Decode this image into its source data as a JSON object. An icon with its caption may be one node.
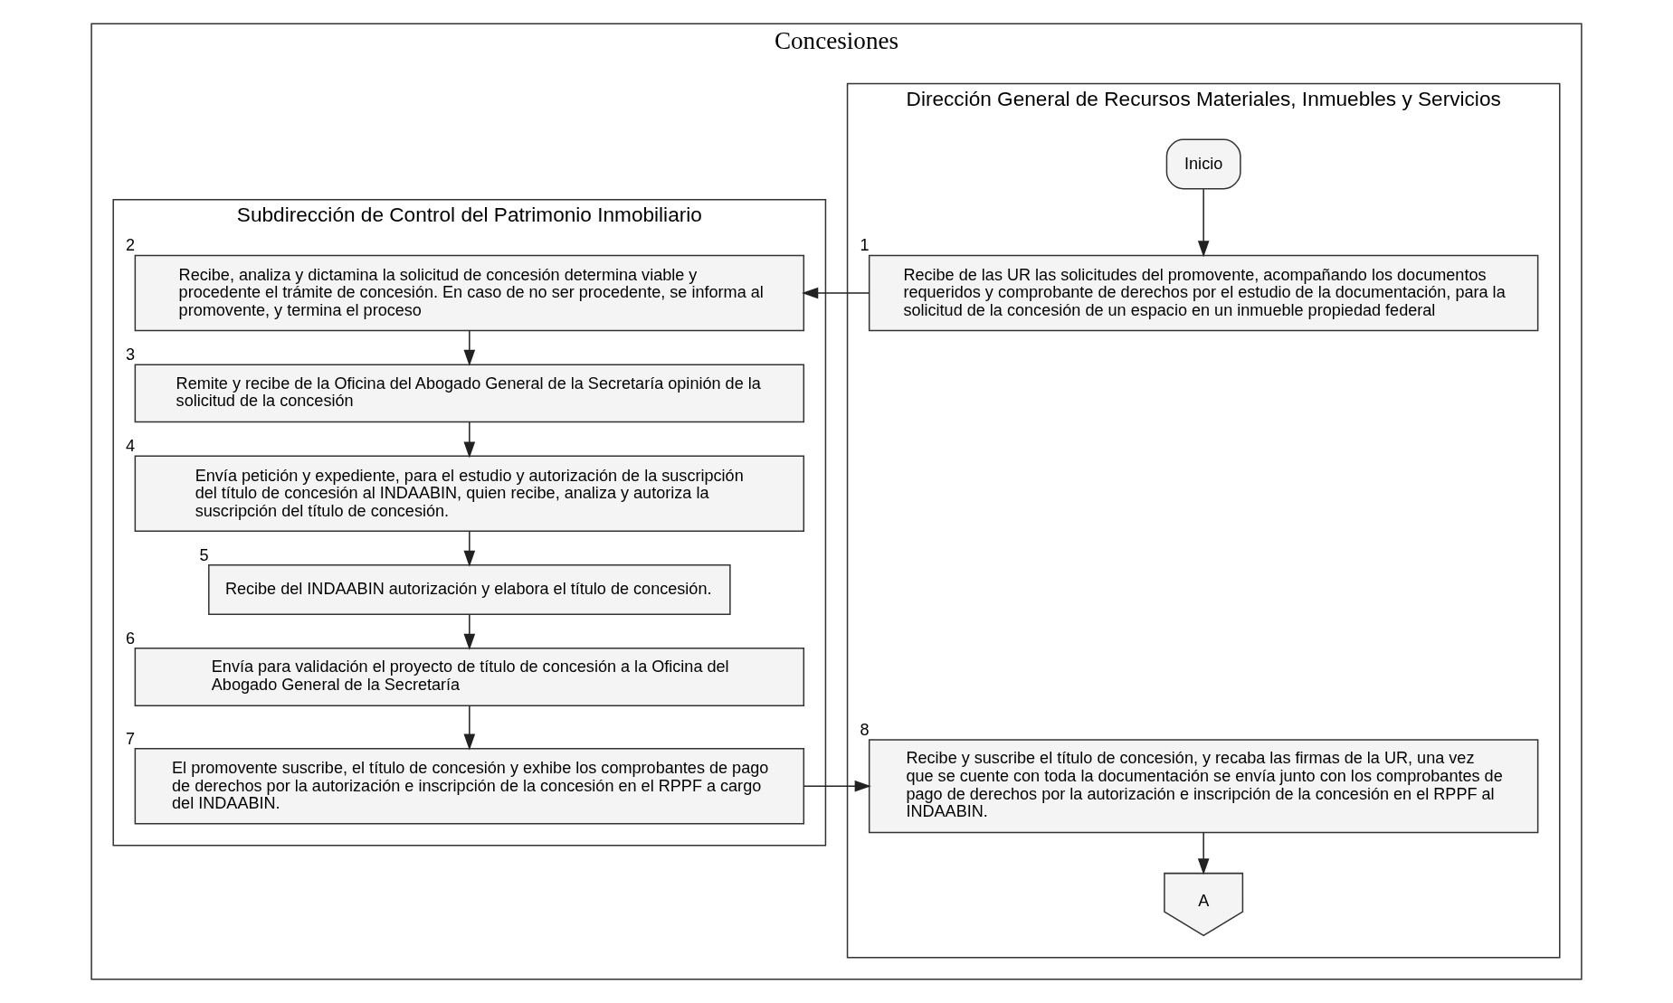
{
  "diagram": {
    "nodes": [
      {
        "text": [
          "Concesiones"
        ]
      },
      {
        "text": [
          "Dirección General de Recursos Materiales, Inmuebles y Servicios"
        ],
        "in": 0
      },
      {
        "text": [
          "Subdirección de Control del Patrimonio Inmobiliario"
        ],
        "in": 0
      },
      {
        "text": [
          "Inicio"
        ],
        "in": 1
      },
      {
        "text": [
          "Recibe de las UR las solicitudes del promovente, acompañando los documentos requeridos y comprobante de derechos por el estudio de la documentación, para la solicitud de la concesión de un espacio en un inmueble propiedad federal"
        ],
        "beside": [
          "1"
        ],
        "in": 1
      },
      {
        "text": [
          "Recibe, analiza y dictamina la solicitud de concesión determina viable y procedente el trámite de concesión. En caso de no ser procedente, se informa al promovente, y termina el proceso"
        ],
        "beside": [
          "2"
        ],
        "in": 2
      },
      {
        "text": [
          "Remite y recibe de la Oficina del Abogado General de la Secretaría opinión de la solicitud de la concesión"
        ],
        "beside": [
          "3"
        ],
        "in": 2
      },
      {
        "text": [
          "Envía petición y expediente, para el estudio y autorización de la suscripción del título de concesión al INDAABIN, quien recibe, analiza y autoriza la suscripción del título de concesión."
        ],
        "beside": [
          "4"
        ],
        "in": 2
      },
      {
        "text": [
          "Recibe del INDAABIN autorización y elabora el título de concesión."
        ],
        "beside": [
          "5"
        ],
        "in": 2
      },
      {
        "text": [
          "Envía para validación el proyecto de título de concesión a la Oficina del Abogado General de la Secretaría"
        ],
        "beside": [
          "6"
        ],
        "in": 2
      },
      {
        "text": [
          "El promovente suscribe, el título de concesión y exhibe los comprobantes de pago de derechos por la autorización e inscripción de la concesión en el RPPF a cargo del INDAABIN."
        ],
        "beside": [
          "7"
        ],
        "in": 2
      },
      {
        "text": [
          "Recibe y suscribe el título de concesión, y recaba las firmas de la UR, una vez que se cuente con toda la documentación se envía junto con los comprobantes de pago de derechos por la autorización e inscripción de la concesión en el RPPF al INDAABIN."
        ],
        "beside": [
          "8"
        ],
        "in": 1
      },
      {
        "text": [
          "A"
        ],
        "in": 1
      }
    ],
    "edges": [
      {
        "from": 3,
        "to": 4,
        "arrow": "to"
      },
      {
        "from": 4,
        "to": 5,
        "arrow": "to"
      },
      {
        "from": 5,
        "to": 6,
        "arrow": "to"
      },
      {
        "from": 6,
        "to": 7,
        "arrow": "to"
      },
      {
        "from": 7,
        "to": 8,
        "arrow": "to"
      },
      {
        "from": 8,
        "to": 9,
        "arrow": "to"
      },
      {
        "from": 9,
        "to": 10,
        "arrow": "to"
      },
      {
        "from": 10,
        "to": 11,
        "arrow": "to"
      },
      {
        "from": 11,
        "to": 12,
        "arrow": "to"
      }
    ]
  }
}
